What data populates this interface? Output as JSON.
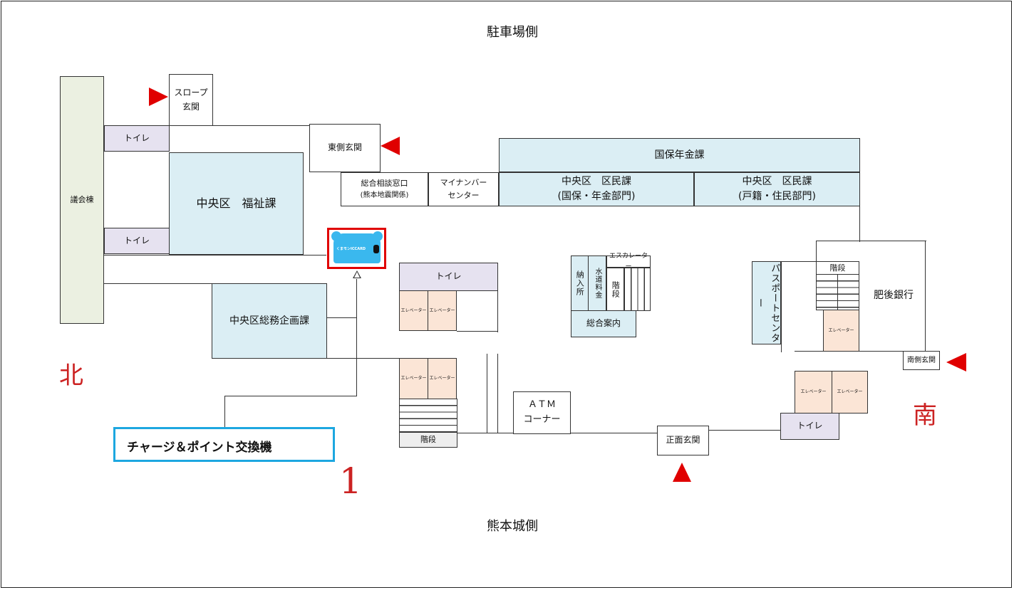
{
  "map": {
    "top_label": "駐車場側",
    "bottom_label": "熊本城側",
    "north_label": "北",
    "south_label": "南",
    "number_label": "1",
    "callout_label": "チャージ＆ポイント交換機",
    "card_logo_text": "くまモンICCARD"
  },
  "rooms": {
    "assembly": "議会棟",
    "slope_entrance_1": "スロープ",
    "slope_entrance_2": "玄関",
    "toilet": "トイレ",
    "east_entrance": "東側玄関",
    "welfare": "中央区　福祉課",
    "consult_1": "総合相談窓口",
    "consult_2": "(熊本地震関係)",
    "mynumber_1": "マイナンバー",
    "mynumber_2": "センター",
    "kokuho_nenkin": "国保年金課",
    "kumin_a_1": "中央区　区民課",
    "kumin_a_2": "(国保・年金部門)",
    "kumin_b_1": "中央区　区民課",
    "kumin_b_2": "(戸籍・住民部門)",
    "planning": "中央区総務企画課",
    "elevator": "エレベーター",
    "stairs": "階段",
    "payment": "納入所",
    "water": "水道料金",
    "escalator": "エスカレーター",
    "info": "総合案内",
    "atm_1": "ＡＴＭ",
    "atm_2": "コーナー",
    "front_entrance": "正面玄関",
    "passport": "パスポートセンター",
    "higo_bank": "肥後銀行",
    "south_entrance": "南側玄関"
  }
}
